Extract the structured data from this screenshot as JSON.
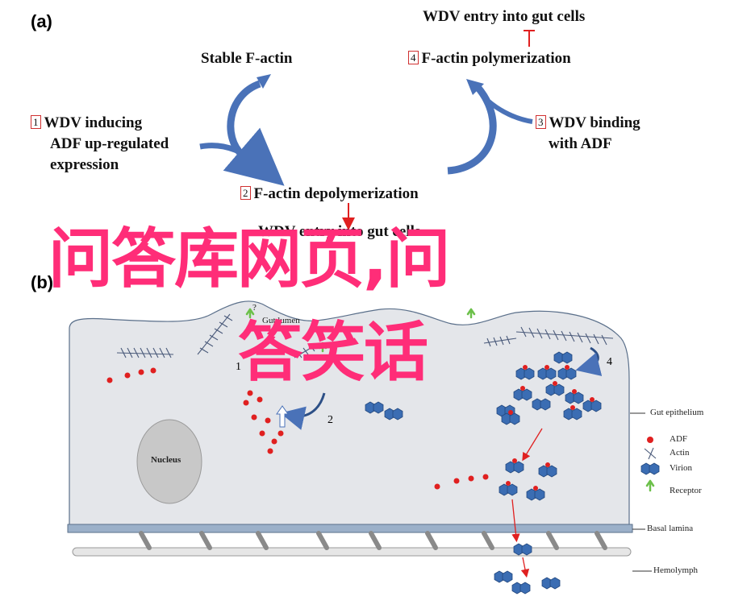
{
  "panel_a": {
    "label": "(a)",
    "stable": "Stable F-actin",
    "step1_num": "1",
    "step1_text": [
      "WDV inducing",
      "ADF up-regulated",
      "expression"
    ],
    "step2_num": "2",
    "step2_text": "F-actin depolymerization",
    "step3_num": "3",
    "step3_text": [
      "WDV binding",
      "with ADF"
    ],
    "step4_num": "4",
    "step4_text": "F-actin polymerization",
    "top_entry": "WDV entry into gut cells",
    "bottom_entry": "WDV entry into gut cells"
  },
  "panel_b": {
    "label": "(b)",
    "gut_lumen": "Gut lumen",
    "nucleus": "Nucleus",
    "num1": "1",
    "num2": "2",
    "num4": "4",
    "q": "?",
    "gut_epithelium": "Gut epithelium",
    "basal_lamina": "Basal lamina",
    "hemolymph": "Hemolymph",
    "legend": {
      "adf": "ADF",
      "actin": "Actin",
      "virion": "Virion",
      "receptor": "Receptor"
    }
  },
  "watermark": {
    "line1": "问答库网页,问",
    "line2": "答笑话"
  },
  "colors": {
    "arrow_blue": "#4a72b8",
    "adf_red": "#e02020",
    "virion_blue": "#3b6db3",
    "receptor_green": "#6cc04a",
    "cell_fill": "#e4e6ea",
    "watermark": "#ff2d78"
  }
}
